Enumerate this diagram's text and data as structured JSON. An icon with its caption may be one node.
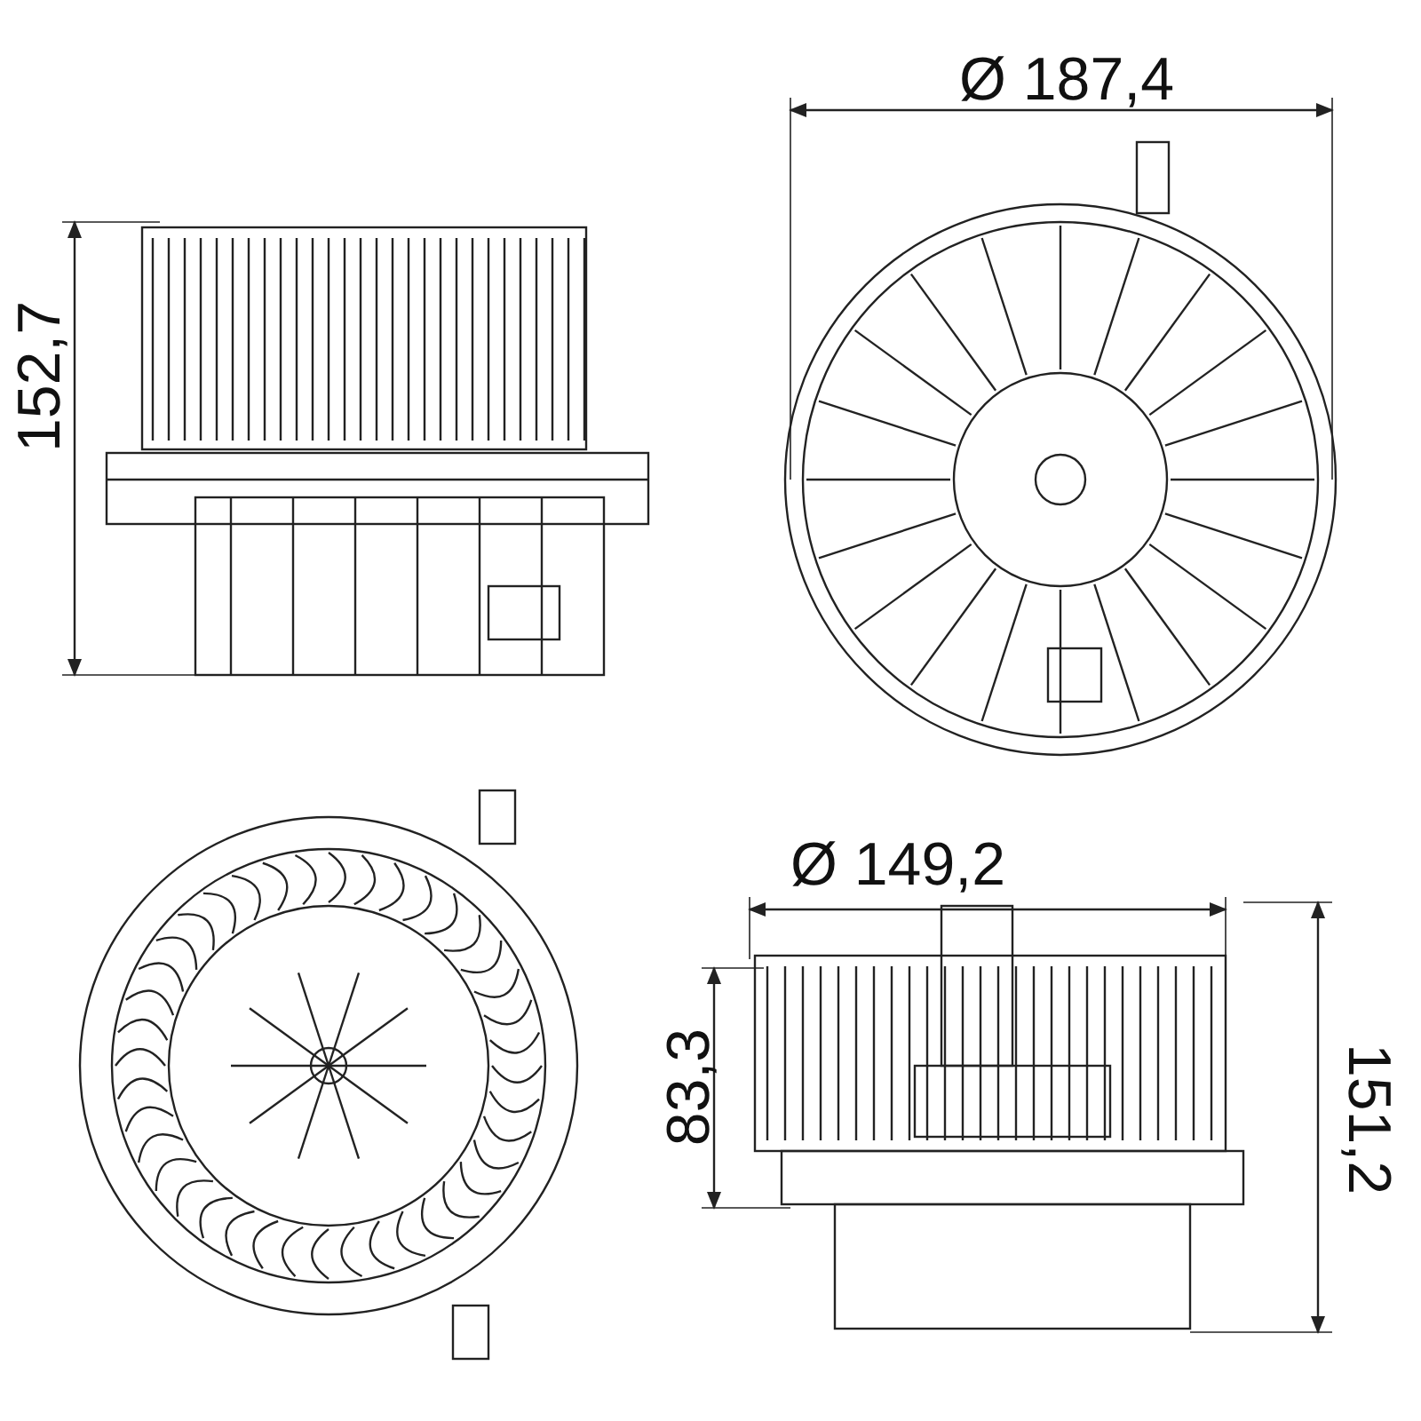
{
  "diagram": {
    "labels": [
      "Ø 187,4",
      "152,7",
      "Ø 149,2",
      "83,3",
      "151,2"
    ]
  }
}
